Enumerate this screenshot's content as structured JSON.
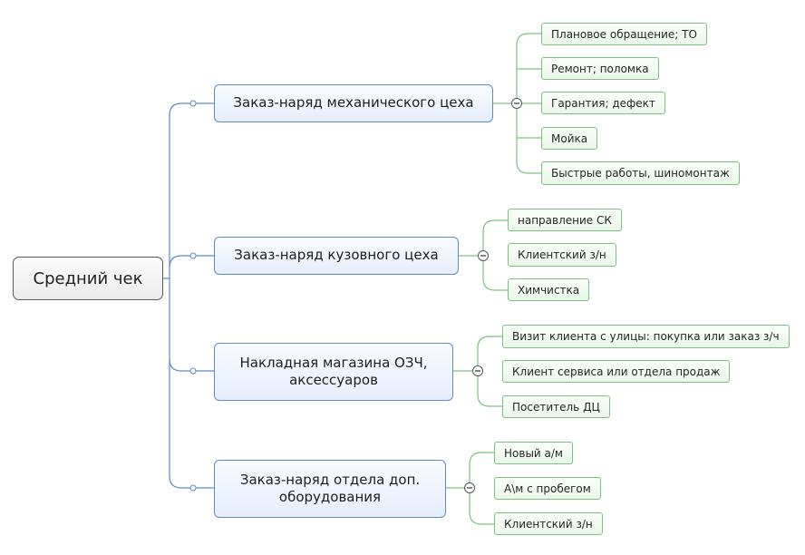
{
  "root": {
    "label": "Средний чек"
  },
  "branches": [
    {
      "label": "Заказ-наряд механического цеха",
      "children": [
        "Плановое обращение; ТО",
        "Ремонт; поломка",
        "Гарантия; дефект",
        "Мойка",
        "Быстрые работы, шиномонтаж"
      ]
    },
    {
      "label": "Заказ-наряд кузовного цеха",
      "children": [
        "направление СК",
        "Клиентский з/н",
        "Химчистка"
      ]
    },
    {
      "label": "Накладная магазина ОЗЧ, аксессуаров",
      "children": [
        "Визит клиента с улицы: покупка или заказ з/ч",
        "Клиент сервиса или отдела продаж",
        "Посетитель ДЦ"
      ]
    },
    {
      "label": "Заказ-наряд отдела доп. оборудования",
      "children": [
        "Новый а/м",
        "А\\м с пробегом",
        "Клиентский з/н"
      ]
    }
  ],
  "colors": {
    "root_border": "#5a5a5a",
    "branch_border": "#5b8bc9",
    "branch_connector": "#5b8bc9",
    "leaf_border": "#7cc27f",
    "leaf_connector": "#7cc27f"
  },
  "icons": {
    "collapse": "minus-circle-icon",
    "connector_dot": "connector-dot-icon"
  }
}
